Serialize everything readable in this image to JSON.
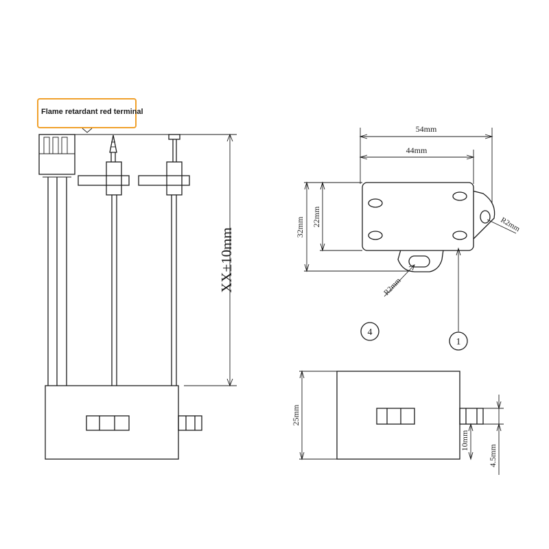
{
  "callout": {
    "label": "Flame retardant red terminal",
    "border_color": "#f0a02a"
  },
  "dimensions": {
    "length": "XX±10mm",
    "width_outer": "54mm",
    "width_inner": "44mm",
    "height_outer": "32mm",
    "height_inner": "22mm",
    "radius_right": "R2mm",
    "radius_bottom": "R2mm",
    "body_height": "25mm",
    "tab_height": "10mm",
    "tab_thickness": "4.5mm"
  },
  "markers": {
    "one": "1",
    "four": "4"
  }
}
